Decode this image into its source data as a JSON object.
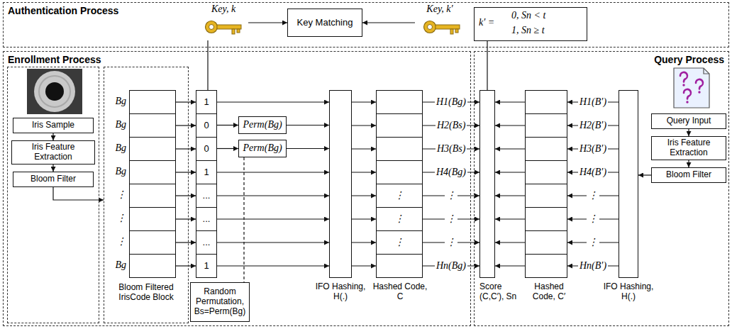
{
  "diagram": {
    "nodes": [
      {
        "text": [
          "Authentication Process"
        ]
      },
      {
        "text": [
          "Key, k"
        ],
        "in": 0
      },
      {
        "text": [
          "Key Matching"
        ],
        "in": 0
      },
      {
        "text": [
          "Key, k′"
        ],
        "in": 0
      },
      {
        "text": [
          "k′ =",
          "0, Sn < t",
          "1, Sn ≥ t"
        ],
        "in": 0
      },
      {
        "text": [
          "Enrollment Process"
        ]
      },
      {
        "text": [],
        "in": 5
      },
      {
        "text": [
          "Iris Sample"
        ],
        "in": 6
      },
      {
        "text": [
          "Iris Feature Extraction"
        ],
        "in": 6
      },
      {
        "text": [
          "Bloom Filter"
        ],
        "in": 6
      },
      {
        "text": [
          "Bloom Filtered IrisCode Block"
        ],
        "in": 5
      },
      {
        "text": [
          "Bg"
        ],
        "in": 10
      },
      {
        "text": [
          "Bg"
        ],
        "in": 10
      },
      {
        "text": [
          "Bg"
        ],
        "in": 10
      },
      {
        "text": [
          "Bg"
        ],
        "in": 10
      },
      {
        "text": [
          "⋮"
        ],
        "in": 10
      },
      {
        "text": [
          "⋮"
        ],
        "in": 10
      },
      {
        "text": [
          "⋮"
        ],
        "in": 10
      },
      {
        "text": [
          "Bg"
        ],
        "in": 10
      },
      {
        "text": [
          "1"
        ],
        "in": 5
      },
      {
        "text": [
          "0"
        ],
        "in": 5
      },
      {
        "text": [
          "0"
        ],
        "in": 5
      },
      {
        "text": [
          "1"
        ],
        "in": 5
      },
      {
        "text": [
          "..."
        ],
        "in": 5
      },
      {
        "text": [
          "..."
        ],
        "in": 5
      },
      {
        "text": [
          "..."
        ],
        "in": 5
      },
      {
        "text": [
          "1"
        ],
        "in": 5
      },
      {
        "text": [
          "Perm(Bg)"
        ],
        "in": 5
      },
      {
        "text": [
          "Perm(Bg)"
        ],
        "in": 5
      },
      {
        "text": [
          "Random Permutation, Bs=Perm(Bg)"
        ],
        "in": 5
      },
      {
        "text": [
          "IFO Hashing, H(.)"
        ],
        "in": 5
      },
      {
        "text": [],
        "in": 5
      },
      {
        "text": [],
        "in": 5
      },
      {
        "text": [],
        "in": 5
      },
      {
        "text": [],
        "in": 5
      },
      {
        "text": [
          "⋮"
        ],
        "in": 5
      },
      {
        "text": [
          "⋮"
        ],
        "in": 5
      },
      {
        "text": [
          "⋮"
        ],
        "in": 5
      },
      {
        "text": [],
        "in": 5
      },
      {
        "text": [
          "Query Process"
        ]
      },
      {
        "text": [
          "Score (C,C′), Sn"
        ],
        "in": 39
      },
      {
        "text": [],
        "in": 39
      },
      {
        "text": [],
        "in": 39
      },
      {
        "text": [],
        "in": 39
      },
      {
        "text": [],
        "in": 39
      },
      {
        "text": [],
        "in": 39
      },
      {
        "text": [],
        "in": 39
      },
      {
        "text": [],
        "in": 39
      },
      {
        "text": [],
        "in": 39
      },
      {
        "text": [
          "IFO Hashing, H(.)"
        ],
        "in": 39
      },
      {
        "text": [
          "Query Input"
        ],
        "in": 39
      },
      {
        "text": [
          "Iris Feature Extraction"
        ],
        "in": 39
      },
      {
        "text": [
          "Bloom Filter"
        ],
        "in": 39
      }
    ],
    "edges": [
      {
        "from": 1,
        "to": 2,
        "arrow": "to"
      },
      {
        "from": 3,
        "to": 2,
        "arrow": "to"
      },
      {
        "from": 1,
        "to": 19,
        "arrow": "none"
      },
      {
        "from": 40,
        "to": 4,
        "arrow": "none"
      },
      {
        "from": 7,
        "to": 8,
        "arrow": "to"
      },
      {
        "from": 8,
        "to": 9,
        "arrow": "to"
      },
      {
        "from": 9,
        "to": 10,
        "arrow": "to"
      },
      {
        "from": 11,
        "to": 19,
        "arrow": "to"
      },
      {
        "from": 12,
        "to": 20,
        "arrow": "to"
      },
      {
        "from": 13,
        "to": 21,
        "arrow": "to"
      },
      {
        "from": 14,
        "to": 22,
        "arrow": "to"
      },
      {
        "from": 15,
        "to": 23,
        "arrow": "to"
      },
      {
        "from": 16,
        "to": 24,
        "arrow": "to"
      },
      {
        "from": 17,
        "to": 25,
        "arrow": "to"
      },
      {
        "from": 18,
        "to": 26,
        "arrow": "to"
      },
      {
        "from": 19,
        "to": 30,
        "arrow": "to"
      },
      {
        "from": 20,
        "to": 27,
        "arrow": "to"
      },
      {
        "from": 21,
        "to": 28,
        "arrow": "to"
      },
      {
        "from": 27,
        "to": 30,
        "arrow": "to"
      },
      {
        "from": 28,
        "to": 30,
        "arrow": "to"
      },
      {
        "from": 22,
        "to": 30,
        "arrow": "to"
      },
      {
        "from": 23,
        "to": 30,
        "arrow": "to"
      },
      {
        "from": 24,
        "to": 30,
        "arrow": "to"
      },
      {
        "from": 25,
        "to": 30,
        "arrow": "to"
      },
      {
        "from": 26,
        "to": 30,
        "arrow": "to"
      },
      {
        "from": 28,
        "to": 29,
        "arrow": "none"
      },
      {
        "from": 30,
        "to": 31,
        "arrow": "to"
      },
      {
        "from": 30,
        "to": 32,
        "arrow": "to"
      },
      {
        "from": 30,
        "to": 33,
        "arrow": "to"
      },
      {
        "from": 30,
        "to": 34,
        "arrow": "to"
      },
      {
        "from": 30,
        "to": 35,
        "arrow": "to"
      },
      {
        "from": 30,
        "to": 36,
        "arrow": "to"
      },
      {
        "from": 30,
        "to": 37,
        "arrow": "to"
      },
      {
        "from": 30,
        "to": 38,
        "arrow": "to"
      },
      {
        "from": 31,
        "to": 40,
        "arrow": "to",
        "label": "H1(Bg)"
      },
      {
        "from": 32,
        "to": 40,
        "arrow": "to",
        "label": "H2(Bs)"
      },
      {
        "from": 33,
        "to": 40,
        "arrow": "to",
        "label": "H3(Bs)"
      },
      {
        "from": 34,
        "to": 40,
        "arrow": "to",
        "label": "H4(Bg)"
      },
      {
        "from": 35,
        "to": 40,
        "arrow": "to",
        "label": "⋮"
      },
      {
        "from": 36,
        "to": 40,
        "arrow": "to",
        "label": "⋮"
      },
      {
        "from": 37,
        "to": 40,
        "arrow": "to",
        "label": "⋮"
      },
      {
        "from": 38,
        "to": 40,
        "arrow": "to",
        "label": "Hn(Bg)"
      },
      {
        "from": 41,
        "to": 40,
        "arrow": "to"
      },
      {
        "from": 42,
        "to": 40,
        "arrow": "to"
      },
      {
        "from": 43,
        "to": 40,
        "arrow": "to"
      },
      {
        "from": 44,
        "to": 40,
        "arrow": "to"
      },
      {
        "from": 45,
        "to": 40,
        "arrow": "to"
      },
      {
        "from": 46,
        "to": 40,
        "arrow": "to"
      },
      {
        "from": 47,
        "to": 40,
        "arrow": "to"
      },
      {
        "from": 48,
        "to": 40,
        "arrow": "to"
      },
      {
        "from": 49,
        "to": 41,
        "arrow": "to",
        "label": "H1(B′)"
      },
      {
        "from": 49,
        "to": 42,
        "arrow": "to",
        "label": "H2(B′)"
      },
      {
        "from": 49,
        "to": 43,
        "arrow": "to",
        "label": "H3(B′)"
      },
      {
        "from": 49,
        "to": 44,
        "arrow": "to",
        "label": "H4(B′)"
      },
      {
        "from": 49,
        "to": 45,
        "arrow": "to",
        "label": "⋮"
      },
      {
        "from": 49,
        "to": 46,
        "arrow": "to",
        "label": "⋮"
      },
      {
        "from": 49,
        "to": 47,
        "arrow": "to",
        "label": "⋮"
      },
      {
        "from": 49,
        "to": 48,
        "arrow": "to",
        "label": "Hn(B′)"
      },
      {
        "from": 50,
        "to": 51,
        "arrow": "to"
      },
      {
        "from": 51,
        "to": 52,
        "arrow": "to"
      },
      {
        "from": 52,
        "to": 49,
        "arrow": "to"
      }
    ],
    "labels": [
      "Hashed Code, C",
      "Hashed Code, C′"
    ]
  }
}
